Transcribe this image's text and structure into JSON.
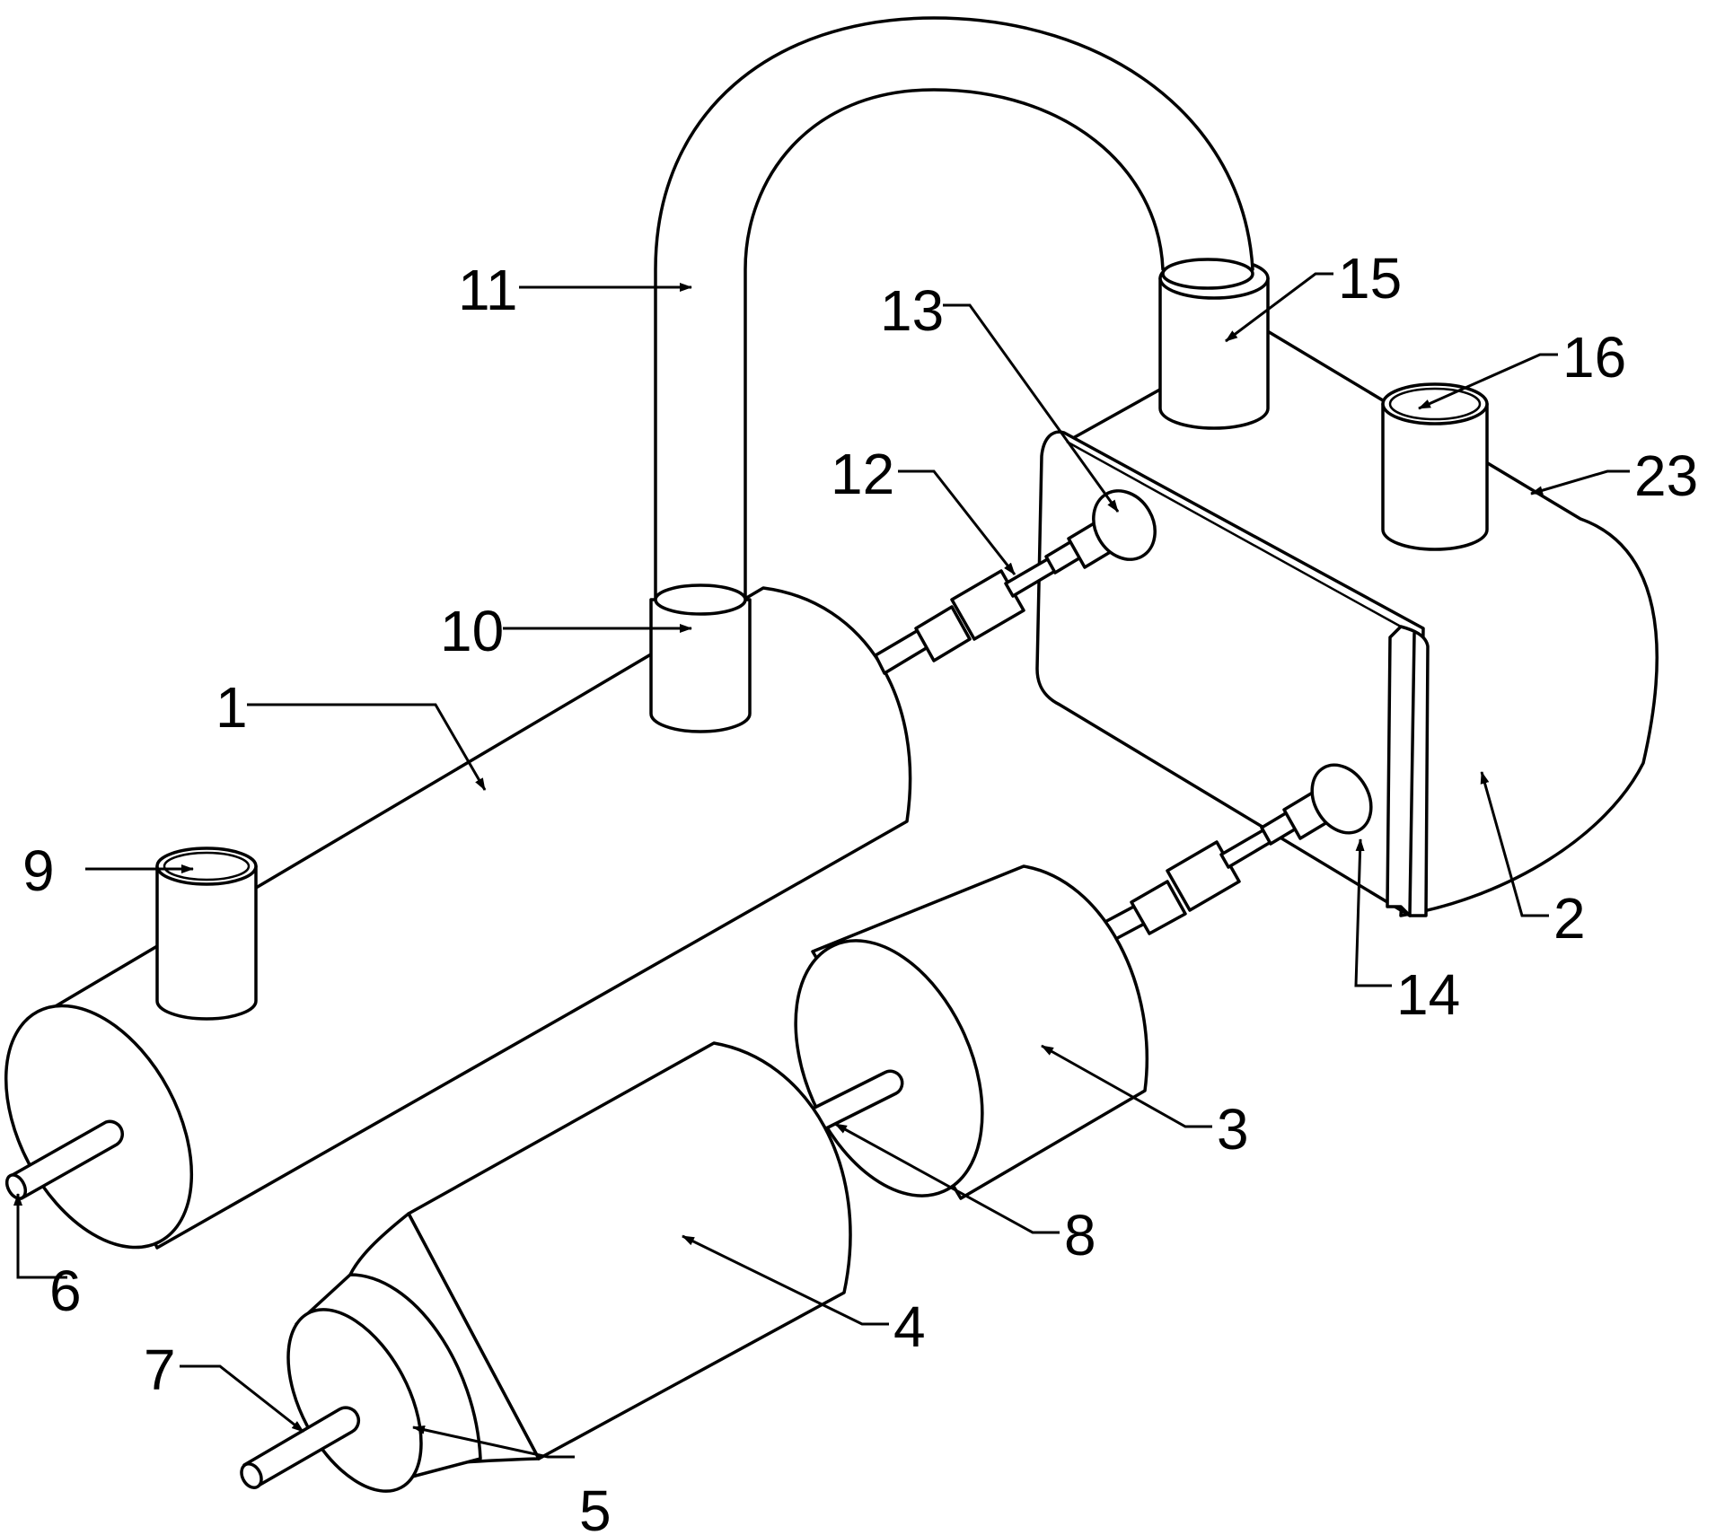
{
  "labels": {
    "l1": "1",
    "l2": "2",
    "l3": "3",
    "l4": "4",
    "l5": "5",
    "l6": "6",
    "l7": "7",
    "l8": "8",
    "l9": "9",
    "l10": "10",
    "l11": "11",
    "l12": "12",
    "l13": "13",
    "l14": "14",
    "l15": "15",
    "l16": "16",
    "l23": "23"
  }
}
